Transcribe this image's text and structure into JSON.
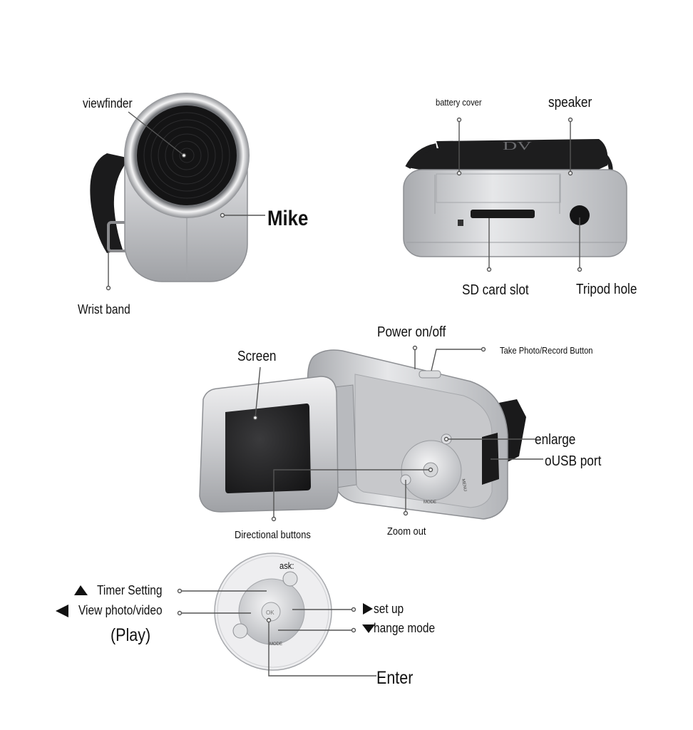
{
  "labels": {
    "viewfinder": "viewfinder",
    "mike": "Mike",
    "wrist_band": "Wrist band",
    "battery_cover": "battery cover",
    "speaker": "speaker",
    "sd_card_slot": "SD card slot",
    "tripod_hole": "Tripod hole",
    "power": "Power on/off",
    "take_photo": "Take Photo/Record Button",
    "screen": "Screen",
    "enlarge": "enlarge",
    "usb_port": "oUSB port",
    "directional_buttons": "Directional buttons",
    "zoom_out": "Zoom out",
    "ask": "ask:",
    "timer_setting": "Timer Setting",
    "view_photo": "View photo/video",
    "play": "(Play)",
    "set_up": "set up",
    "change_mode": "hange mode",
    "enter": "Enter"
  },
  "device_text": {
    "strap_logo": "DV",
    "menu": "MENU",
    "mode": "MODE",
    "ok": "OK"
  },
  "colors": {
    "body_silver": "#c9cacd",
    "dark": "#1a1a1a",
    "line": "#555555"
  }
}
